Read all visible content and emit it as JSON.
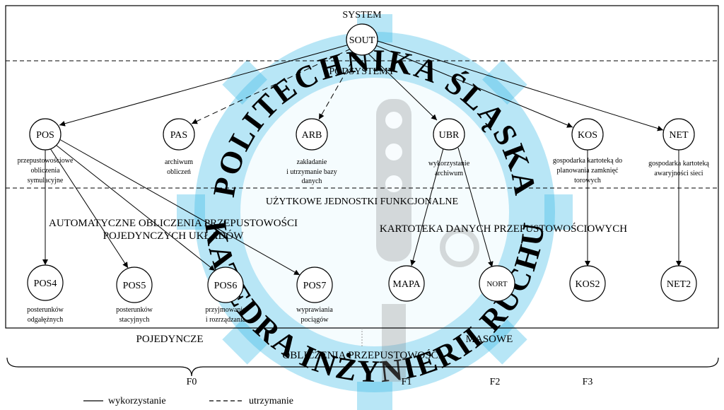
{
  "levels": {
    "system": "SYSTEM",
    "subsystems": "PODSYSTEMY",
    "functional_units": "UŻYTKOWE JEDNOSTKI FUNKCJONALNE"
  },
  "nodes": {
    "sout": {
      "label": "SOUT"
    },
    "pos": {
      "label": "POS",
      "desc": [
        "przepustowościowe",
        "obliczenia",
        "symulacyjne"
      ]
    },
    "pas": {
      "label": "PAS",
      "desc": [
        "archiwum",
        "obliczeń"
      ]
    },
    "arb": {
      "label": "ARB",
      "desc": [
        "zakładanie",
        "i utrzymanie bazy",
        "danych"
      ]
    },
    "ubr": {
      "label": "UBR",
      "desc": [
        "wykorzystanie",
        "archiwum"
      ]
    },
    "kos": {
      "label": "KOS",
      "desc": [
        "gospodarka kartoteką do",
        "planowania zamknięć",
        "torowych"
      ]
    },
    "net": {
      "label": "NET",
      "desc": [
        "gospodarka kartoteką",
        "awaryjności sieci"
      ]
    },
    "pos4": {
      "label": "POS4",
      "desc": [
        "posterunków",
        "odgałęźnych"
      ]
    },
    "pos5": {
      "label": "POS5",
      "desc": [
        "posterunków",
        "stacyjnych"
      ]
    },
    "pos6": {
      "label": "POS6",
      "desc": [
        "przyjmowania",
        "i rozrządzania"
      ]
    },
    "pos7": {
      "label": "POS7",
      "desc": [
        "wyprawiania",
        "pociągów"
      ]
    },
    "mapa": {
      "label": "MAPA"
    },
    "nort": {
      "label": "NORT"
    },
    "kos2": {
      "label": "KOS2"
    },
    "net2": {
      "label": "NET2"
    }
  },
  "groups": {
    "auto_line1": "AUTOMATYCZNE OBLICZENIA PRZEPUSTOWOŚCI",
    "auto_line2": "POJEDYNCZYCH UKŁADÓW",
    "kartoteka": "KARTOTEKA DANYCH PRZEPUSTOWOŚCIOWYCH"
  },
  "bottom": {
    "single": "POJEDYNCZE",
    "mass": "MASOWE",
    "calc": "OBLICZENIA PRZEPUSTOWOŚCI",
    "f0": "F0",
    "f1": "F1",
    "f2": "F2",
    "f3": "F3"
  },
  "legend": {
    "solid": "wykorzystanie",
    "dashed": "utrzymanie"
  },
  "watermark": {
    "top": "POLITECHNIKA ŚLĄSKA",
    "bottom": "KATEDRA INŻYNIERII RUCHU",
    "color": "#35b8e6"
  }
}
